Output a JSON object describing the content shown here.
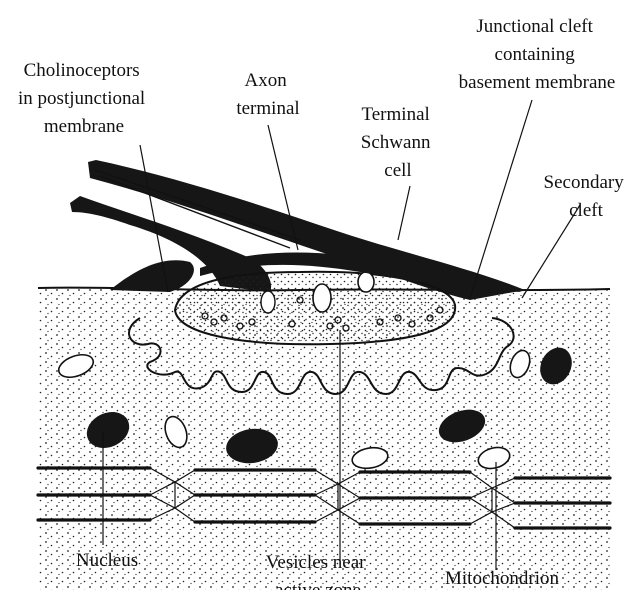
{
  "labels": {
    "cholinoceptors": [
      "Cholinoceptors",
      "in postjunctional",
      "membrane"
    ],
    "axon_terminal": [
      "Axon",
      "terminal"
    ],
    "schwann": [
      "Terminal",
      "Schwann",
      "cell"
    ],
    "junctional_cleft": [
      "Junctional cleft",
      "containing",
      "basement membrane"
    ],
    "secondary_cleft": [
      "Secondary",
      "cleft"
    ],
    "nucleus": [
      "Nucleus"
    ],
    "vesicles": [
      "Vesicles near",
      "active zone"
    ],
    "mitochondrion": [
      "Mitochondrion"
    ]
  }
}
